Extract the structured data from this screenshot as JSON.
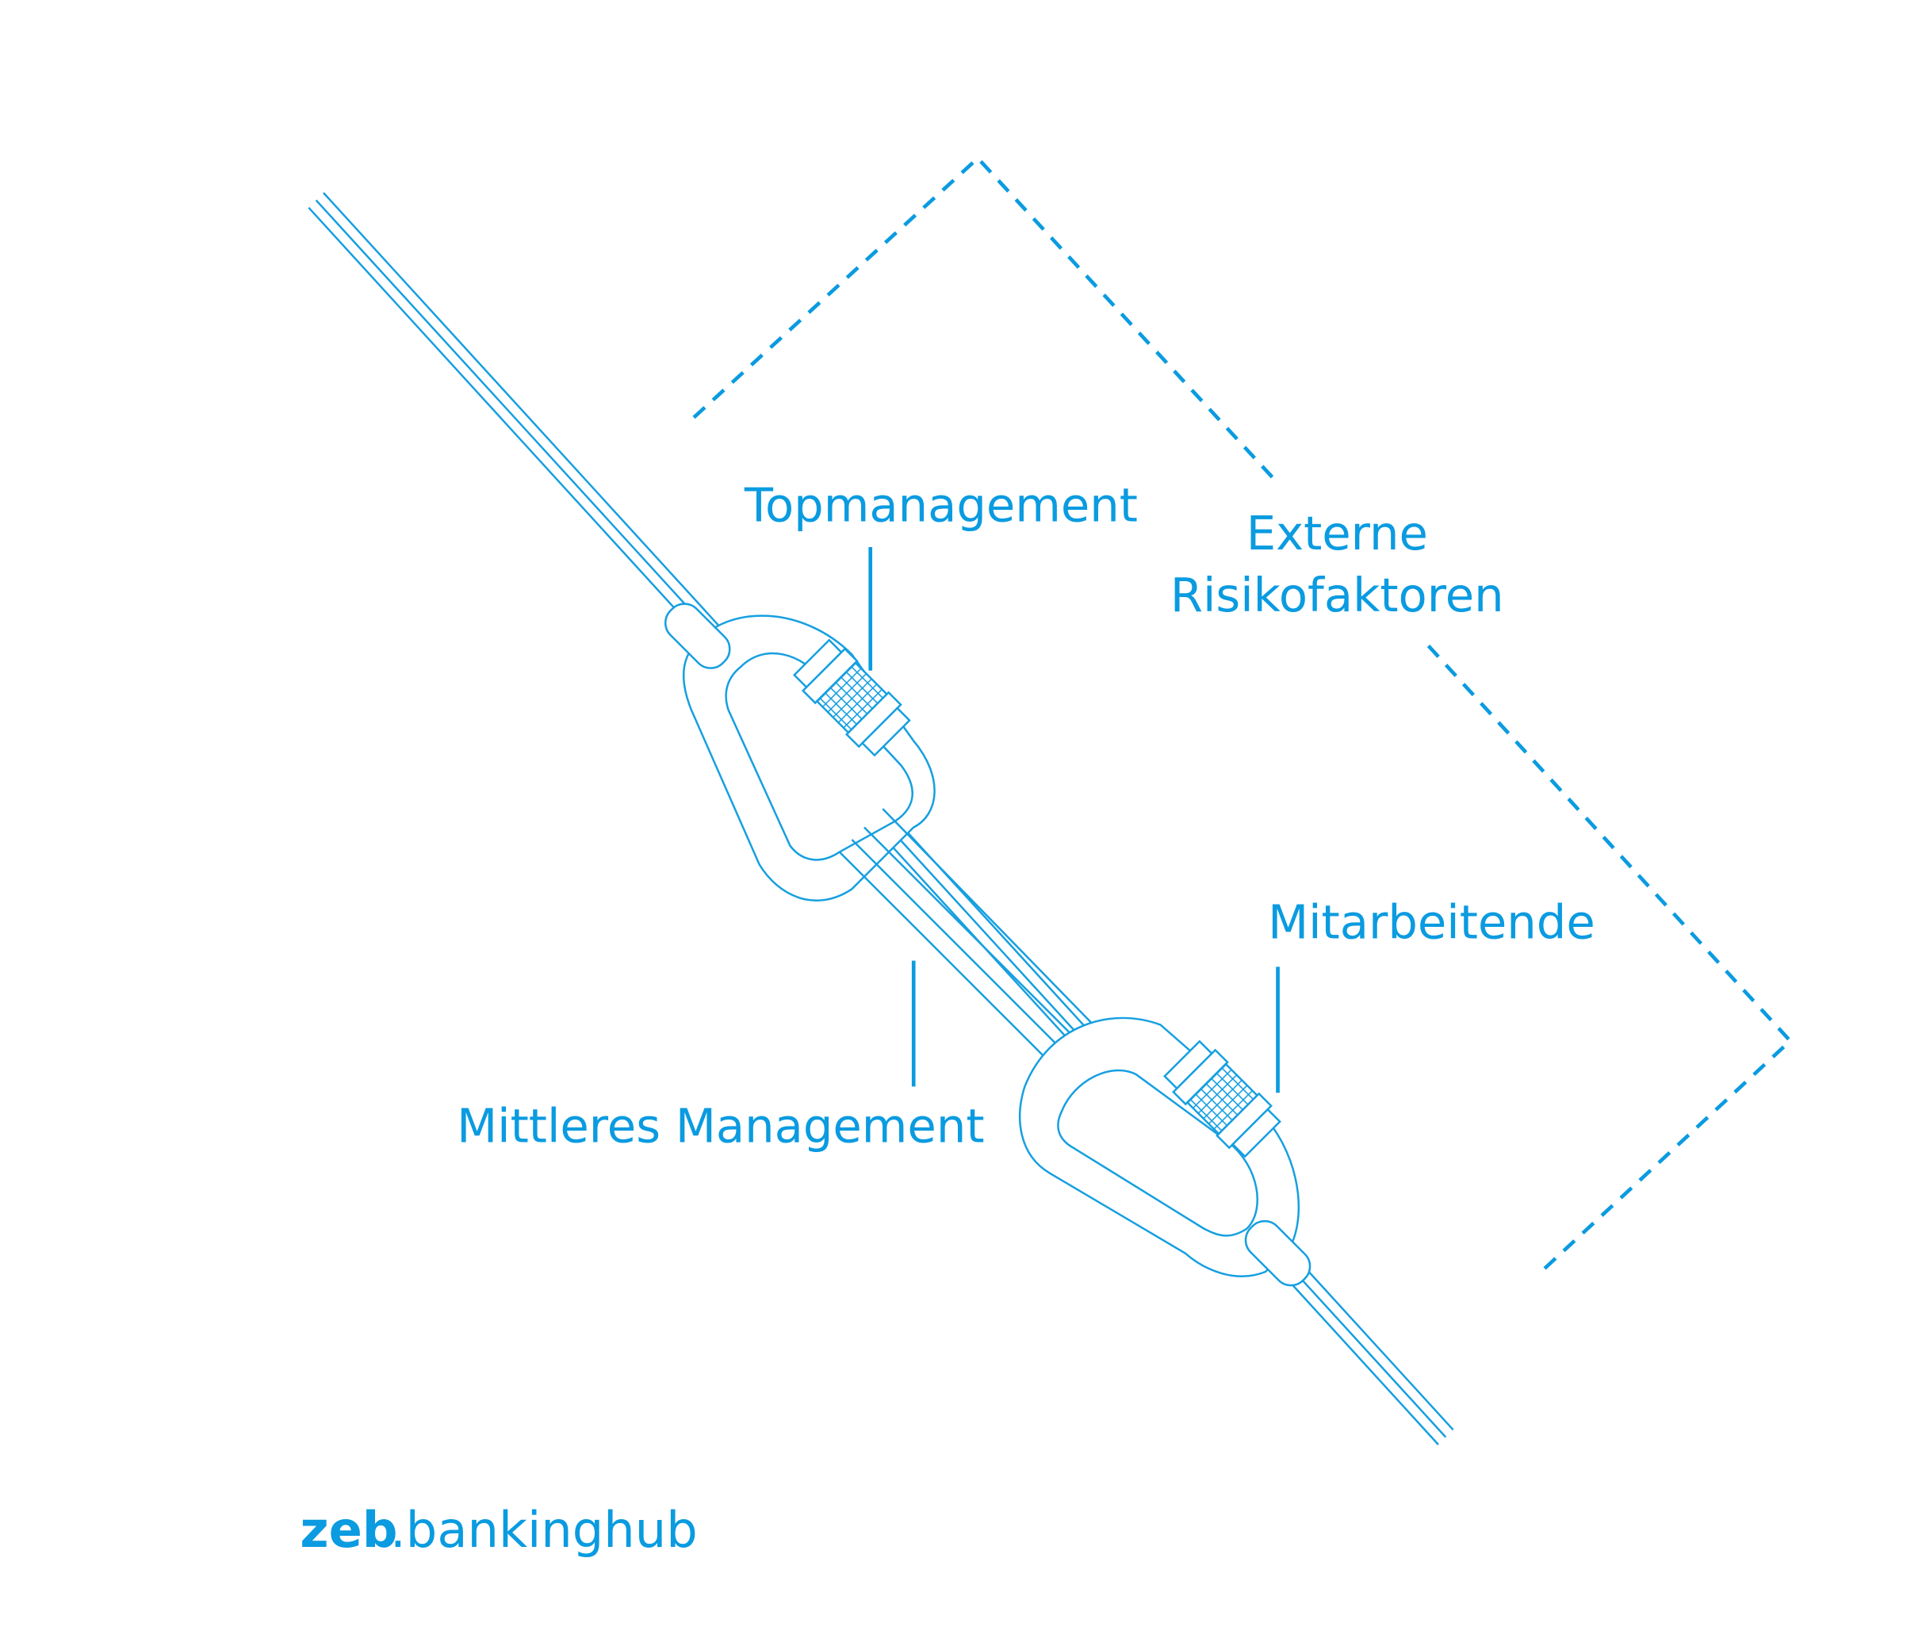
{
  "labels": {
    "top": "Topmanagement",
    "external_line1": "Externe",
    "external_line2": "Risikofaktoren",
    "employees": "Mitarbeitende",
    "middle": "Mittleres Management"
  },
  "logo": {
    "brand": "zeb",
    "suffix": ".bankinghub"
  },
  "colors": {
    "accent": "#0a9be0"
  }
}
